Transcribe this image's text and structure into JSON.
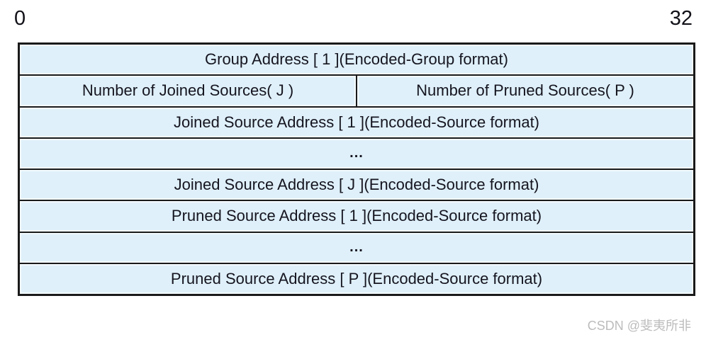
{
  "diagram": {
    "bit_start": "0",
    "bit_end": "32",
    "rows": [
      {
        "cells": [
          "Group Address [ 1 ](Encoded-Group format)"
        ]
      },
      {
        "cells": [
          "Number of Joined Sources( J )",
          "Number of Pruned Sources( P )"
        ]
      },
      {
        "cells": [
          "Joined Source Address [ 1 ](Encoded-Source format)"
        ]
      },
      {
        "cells": [
          "..."
        ]
      },
      {
        "cells": [
          "Joined Source Address [ J ](Encoded-Source format)"
        ]
      },
      {
        "cells": [
          "Pruned Source Address [ 1 ](Encoded-Source format)"
        ]
      },
      {
        "cells": [
          "..."
        ]
      },
      {
        "cells": [
          "Pruned Source Address [ P ](Encoded-Source format)"
        ]
      }
    ],
    "colors": {
      "cell_background": "#dff0fa",
      "border": "#1a1a1a",
      "text": "#15151f",
      "watermark": "#bcbcbc"
    }
  },
  "watermark": {
    "text": "CSDN @斐夷所非"
  }
}
